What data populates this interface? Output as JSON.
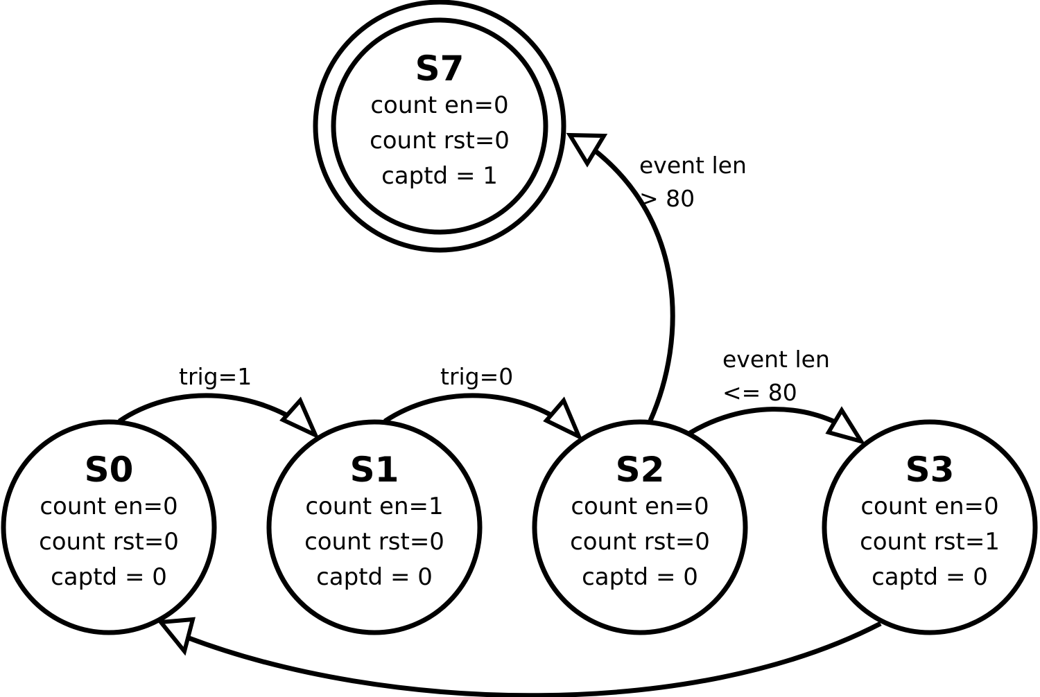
{
  "diagram": {
    "type": "finite-state-machine",
    "colors": {
      "stroke": "#000000",
      "fill": "#ffffff",
      "text": "#000000"
    },
    "states": [
      {
        "id": "S0",
        "name": "S0",
        "final": false,
        "outputs": [
          "count en=0",
          "count rst=0",
          "captd = 0"
        ]
      },
      {
        "id": "S1",
        "name": "S1",
        "final": false,
        "outputs": [
          "count en=1",
          "count rst=0",
          "captd = 0"
        ]
      },
      {
        "id": "S2",
        "name": "S2",
        "final": false,
        "outputs": [
          "count en=0",
          "count rst=0",
          "captd = 0"
        ]
      },
      {
        "id": "S3",
        "name": "S3",
        "final": false,
        "outputs": [
          "count en=0",
          "count rst=1",
          "captd = 0"
        ]
      },
      {
        "id": "S7",
        "name": "S7",
        "final": true,
        "outputs": [
          "count en=0",
          "count rst=0",
          "captd = 1"
        ]
      }
    ],
    "transitions": [
      {
        "from": "S0",
        "to": "S1",
        "label_lines": [
          "trig=1"
        ]
      },
      {
        "from": "S1",
        "to": "S2",
        "label_lines": [
          "trig=0"
        ]
      },
      {
        "from": "S2",
        "to": "S3",
        "label_lines": [
          "event len",
          "<= 80"
        ]
      },
      {
        "from": "S2",
        "to": "S7",
        "label_lines": [
          "event len",
          "> 80"
        ]
      },
      {
        "from": "S3",
        "to": "S0",
        "label_lines": []
      }
    ]
  }
}
